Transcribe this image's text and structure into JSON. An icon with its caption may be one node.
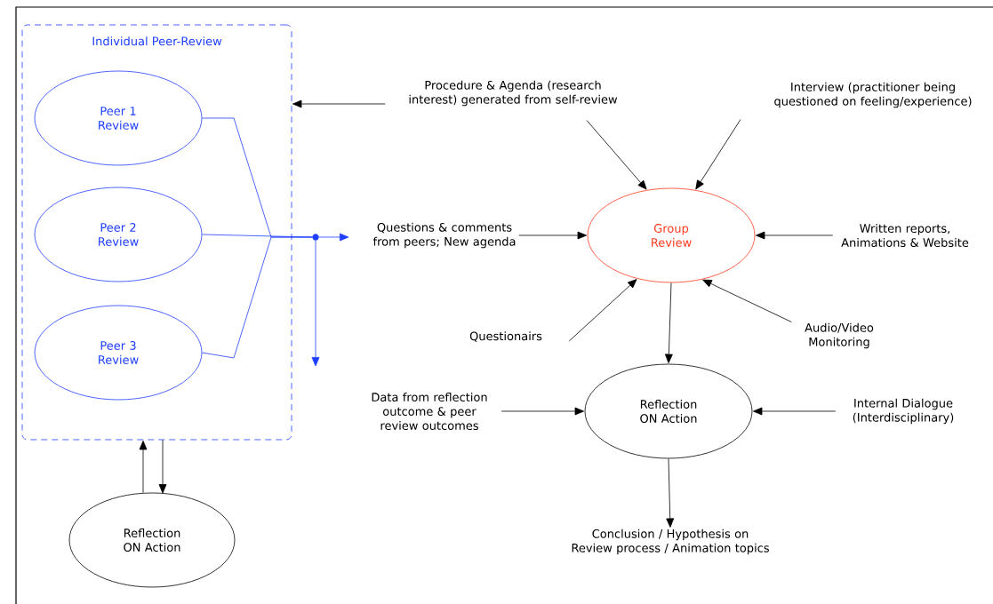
{
  "diagram": {
    "nodes": [
      {
        "text": [
          "Individual Peer-Review"
        ]
      },
      {
        "text": [
          "Peer 1 Review"
        ],
        "in": 0
      },
      {
        "text": [
          "Peer 2 Review"
        ],
        "in": 0
      },
      {
        "text": [
          "Peer 3 Review"
        ],
        "in": 0
      },
      {
        "text": [
          "Reflection ON Action"
        ]
      },
      {
        "text": [
          "Procedure & Agenda (research interest) generated from self-review"
        ]
      },
      {
        "text": [
          "Interview (practitioner being questioned on feeling/experience)"
        ]
      },
      {
        "text": [
          "Questions & comments from peers; New agenda"
        ]
      },
      {
        "text": [
          "Group Review"
        ]
      },
      {
        "text": [
          "Written reports, Animations & Website"
        ]
      },
      {
        "text": [
          "Questionairs"
        ]
      },
      {
        "text": [
          "Audio/Video Monitoring"
        ]
      },
      {
        "text": [
          "Reflection ON Action"
        ]
      },
      {
        "text": [
          "Data from reflection outcome & peer review outcomes"
        ]
      },
      {
        "text": [
          "Internal Dialogue (Interdisciplinary)"
        ]
      },
      {
        "text": [
          "Conclusion / Hypothesis on Review process / Animation topics"
        ]
      },
      {
        "text": [],
        "shape": "circle"
      }
    ],
    "edges": [
      {
        "from": 5,
        "to": 0,
        "arrow": "to"
      },
      {
        "from": 1,
        "to": 16,
        "arrow": "none",
        "color": "#1f3fff"
      },
      {
        "from": 2,
        "to": 16,
        "arrow": "none",
        "color": "#1f3fff"
      },
      {
        "from": 3,
        "to": 16,
        "arrow": "none",
        "color": "#1f3fff"
      },
      {
        "from": 16,
        "to": null,
        "arrow": "to",
        "color": "#1f3fff"
      },
      {
        "from": 16,
        "to": null,
        "arrow": "to",
        "color": "#1f3fff"
      },
      {
        "from": 4,
        "to": 0,
        "arrow": "to"
      },
      {
        "from": 0,
        "to": 4,
        "arrow": "to"
      },
      {
        "from": 5,
        "to": 8,
        "arrow": "to"
      },
      {
        "from": 6,
        "to": 8,
        "arrow": "to"
      },
      {
        "from": 7,
        "to": 8,
        "arrow": "to"
      },
      {
        "from": 9,
        "to": 8,
        "arrow": "to"
      },
      {
        "from": 10,
        "to": 8,
        "arrow": "to"
      },
      {
        "from": 11,
        "to": 8,
        "arrow": "to"
      },
      {
        "from": 8,
        "to": 12,
        "arrow": "to"
      },
      {
        "from": 13,
        "to": 12,
        "arrow": "to"
      },
      {
        "from": 14,
        "to": 12,
        "arrow": "to"
      },
      {
        "from": 12,
        "to": 15,
        "arrow": "to"
      }
    ]
  }
}
